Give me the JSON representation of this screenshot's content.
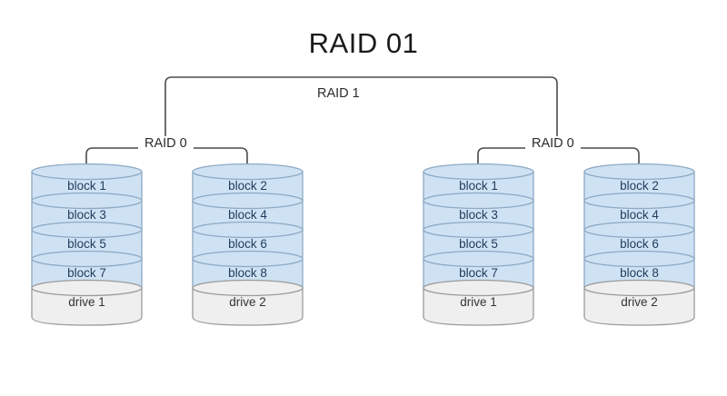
{
  "diagram": {
    "title": "RAID 01",
    "background_color": "#ffffff",
    "connectors": {
      "top_label": "RAID 1",
      "left_group_label": "RAID 0",
      "right_group_label": "RAID 0",
      "line_color": "#4a4a4a"
    },
    "colors": {
      "block_fill": "#cfe2f3",
      "block_stroke": "#8ca9c4",
      "drive_fill": "#efefef",
      "drive_stroke": "#9a9a9a",
      "block_text": "#1f3b5c",
      "drive_text": "#333333",
      "title_text": "#1a1a1a"
    },
    "mirrors": [
      {
        "name": "RAID 0",
        "stacks": [
          {
            "drive_label": "drive 1",
            "blocks": [
              "block 1",
              "block 3",
              "block 5",
              "block 7"
            ]
          },
          {
            "drive_label": "drive 2",
            "blocks": [
              "block 2",
              "block 4",
              "block 6",
              "block 8"
            ]
          }
        ]
      },
      {
        "name": "RAID 0",
        "stacks": [
          {
            "drive_label": "drive 1",
            "blocks": [
              "block 1",
              "block 3",
              "block 5",
              "block 7"
            ]
          },
          {
            "drive_label": "drive 2",
            "blocks": [
              "block 2",
              "block 4",
              "block 6",
              "block 8"
            ]
          }
        ]
      }
    ]
  }
}
